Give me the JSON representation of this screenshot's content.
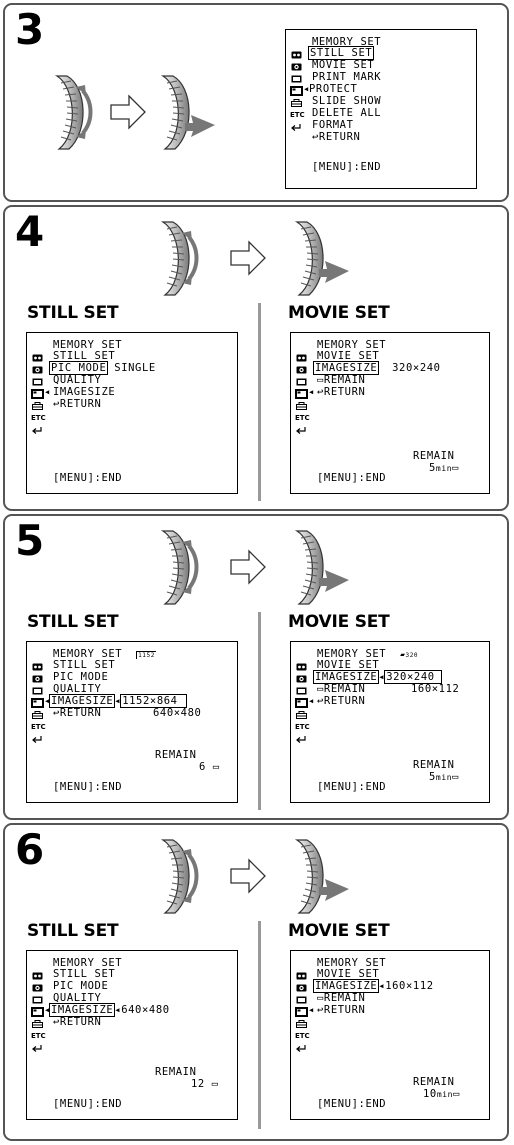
{
  "steps": [
    {
      "number": "3"
    },
    {
      "number": "4"
    },
    {
      "number": "5"
    },
    {
      "number": "6"
    }
  ],
  "section_titles": {
    "still": "STILL SET",
    "movie": "MOVIE SET"
  },
  "menu_icons": [
    "tape-icon",
    "camera-icon",
    "memory-icon",
    "card-icon",
    "setup-icon",
    "etc-icon",
    "return-icon"
  ],
  "icon_labels": {
    "etc": "ETC",
    "minutes_unit": "min"
  },
  "screens": {
    "s3": {
      "header": "MEMORY SET",
      "items": [
        "STILL SET",
        "MOVIE SET",
        "PRINT MARK",
        "PROTECT",
        "SLIDE SHOW",
        "DELETE ALL",
        "FORMAT"
      ],
      "return": "RETURN",
      "end": "[MENU]:END"
    },
    "s4_still": {
      "header": "MEMORY SET",
      "sub": "STILL SET",
      "row1_label": "PIC MODE",
      "row1_value": "SINGLE",
      "row2": "QUALITY",
      "row3": "IMAGESIZE",
      "return": "RETURN",
      "end": "[MENU]:END"
    },
    "s4_movie": {
      "header": "MEMORY SET",
      "sub": "MOVIE SET",
      "row1_label": "IMAGESIZE",
      "row1_value": "320×240",
      "row2": "REMAIN",
      "return": "RETURN",
      "remain_label": "REMAIN",
      "remain_value": "5",
      "end": "[MENU]:END"
    },
    "s5_still": {
      "header": "MEMORY SET",
      "header_badge": "1152",
      "sub": "STILL SET",
      "row1": "PIC MODE",
      "row2": "QUALITY",
      "row3_label": "IMAGESIZE",
      "option1": "1152×864",
      "option2": "640×480",
      "return": "RETURN",
      "remain_label": "REMAIN",
      "remain_value": "6",
      "end": "[MENU]:END"
    },
    "s5_movie": {
      "header": "MEMORY SET",
      "header_badge": "320",
      "sub": "MOVIE SET",
      "row1_label": "IMAGESIZE",
      "option1": "320×240",
      "option2": "160×112",
      "row2": "REMAIN",
      "return": "RETURN",
      "remain_label": "REMAIN",
      "remain_value": "5",
      "end": "[MENU]:END"
    },
    "s6_still": {
      "header": "MEMORY SET",
      "sub": "STILL SET",
      "row1": "PIC MODE",
      "row2": "QUALITY",
      "row3_label": "IMAGESIZE",
      "row3_value": "640×480",
      "return": "RETURN",
      "remain_label": "REMAIN",
      "remain_value": "12",
      "end": "[MENU]:END"
    },
    "s6_movie": {
      "header": "MEMORY SET",
      "sub": "MOVIE SET",
      "row1_label": "IMAGESIZE",
      "row1_value": "160×112",
      "row2": "REMAIN",
      "return": "RETURN",
      "remain_label": "REMAIN",
      "remain_value": "10",
      "end": "[MENU]:END"
    }
  }
}
